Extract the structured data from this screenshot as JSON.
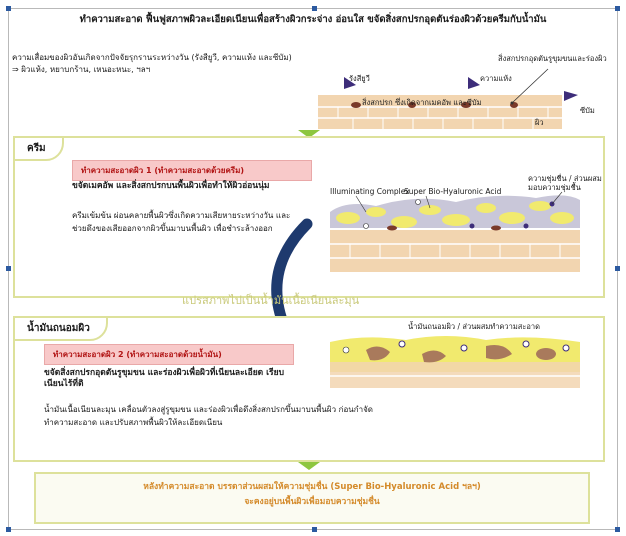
{
  "title": "ทำความสะอาด ฟื้นฟูสภาพผิวละเอียดเนียนเพื่อสร้างผิวกระจ่าง อ่อนใส ขจัดสิ่งสกปรกอุดตันร่องผิวด้วยครีมกับน้ำมัน",
  "intro": "ความเสื่อมของผิวอันเกิดจากปัจจัยรุกรานระหว่างวัน (รังสียูวี, ความแห้ง และซีบัม) ⇒ ผิวแห้ง, หยาบกร้าน, เหนอะหนะ, ฯลฯ",
  "top_diagram": {
    "uv": "รังสียูวี",
    "dryness": "ความแห้ง",
    "clog": "สิ่งสกปรกอุดตันรูขุมขนและร่องผิว",
    "dirt": "สิ่งสกปรก ซึ่งเกิดจากเมคอัพ และซีบัม",
    "sebum": "ซีบัม",
    "skin": "ผิว"
  },
  "cream": {
    "label": "ครีม",
    "step": "ทำความสะอาดผิว 1 (ทำความสะอาดด้วยครีม)",
    "subhead": "ขจัดเมคอัพ และสิ่งสกปรกบนพื้นผิวเพื่อทำให้ผิวอ่อนนุ่ม",
    "body": "ครีมเข้มข้น ผ่อนคลายพื้นผิวซึ่งเกิดความเสียหายระหว่างวัน และช่วยดึงของเสียออกจากผิวขึ้นมาบนพื้นผิว เพื่อชำระล้างออก",
    "illum": "Illuminating Complex",
    "sbha": "Super Bio-Hyaluronic Acid",
    "moist": "ความชุ่มชื่น / ส่วนผสม\nมอบความชุ่มชื้น"
  },
  "transition": "แปรสภาพไปเป็นน้ำมันเนื้อเนียนละมุน",
  "oil": {
    "label": "น้ำมันถนอมผิว",
    "step": "ทำความสะอาดผิว 2 (ทำความสะอาดด้วยน้ำมัน)",
    "subhead": "ขจัดสิ่งสกปรกอุดตันรูขุมขน และร่องผิวเพื่อผิวที่เนียนละเอียด เรียบเนียนไร้ที่ติ",
    "body": "น้ำมันเนื้อเนียนละมุน เคลื่อนตัวลงสู่รูขุมขน และร่องผิวเพื่อดึงสิ่งสกปรกขึ้นมาบนพื้นผิว ก่อนกำจัด ทำความสะอาด และปรับสภาพพื้นผิวให้ละเอียดเนียน",
    "note": "น้ำมันถนอมผิว / ส่วนผสมทำความสะอาด"
  },
  "footer": {
    "line1": "หลังทำความสะอาด บรรดาส่วนผสมให้ความชุ่มชื่น (Super Bio-Hyaluronic Acid ฯลฯ)",
    "line2": "จะคงอยู่บนพื้นผิวเพื่อมอบความชุ่มชื่น"
  },
  "colors": {
    "frame_border": "#dde19b",
    "step_bar": "#f8c9c9",
    "step_text": "#b11414",
    "arrow": "#8dc63f",
    "skin": "#f2d5b0",
    "cream": "#f1ea6e",
    "footer_text": "#d48a2a"
  }
}
